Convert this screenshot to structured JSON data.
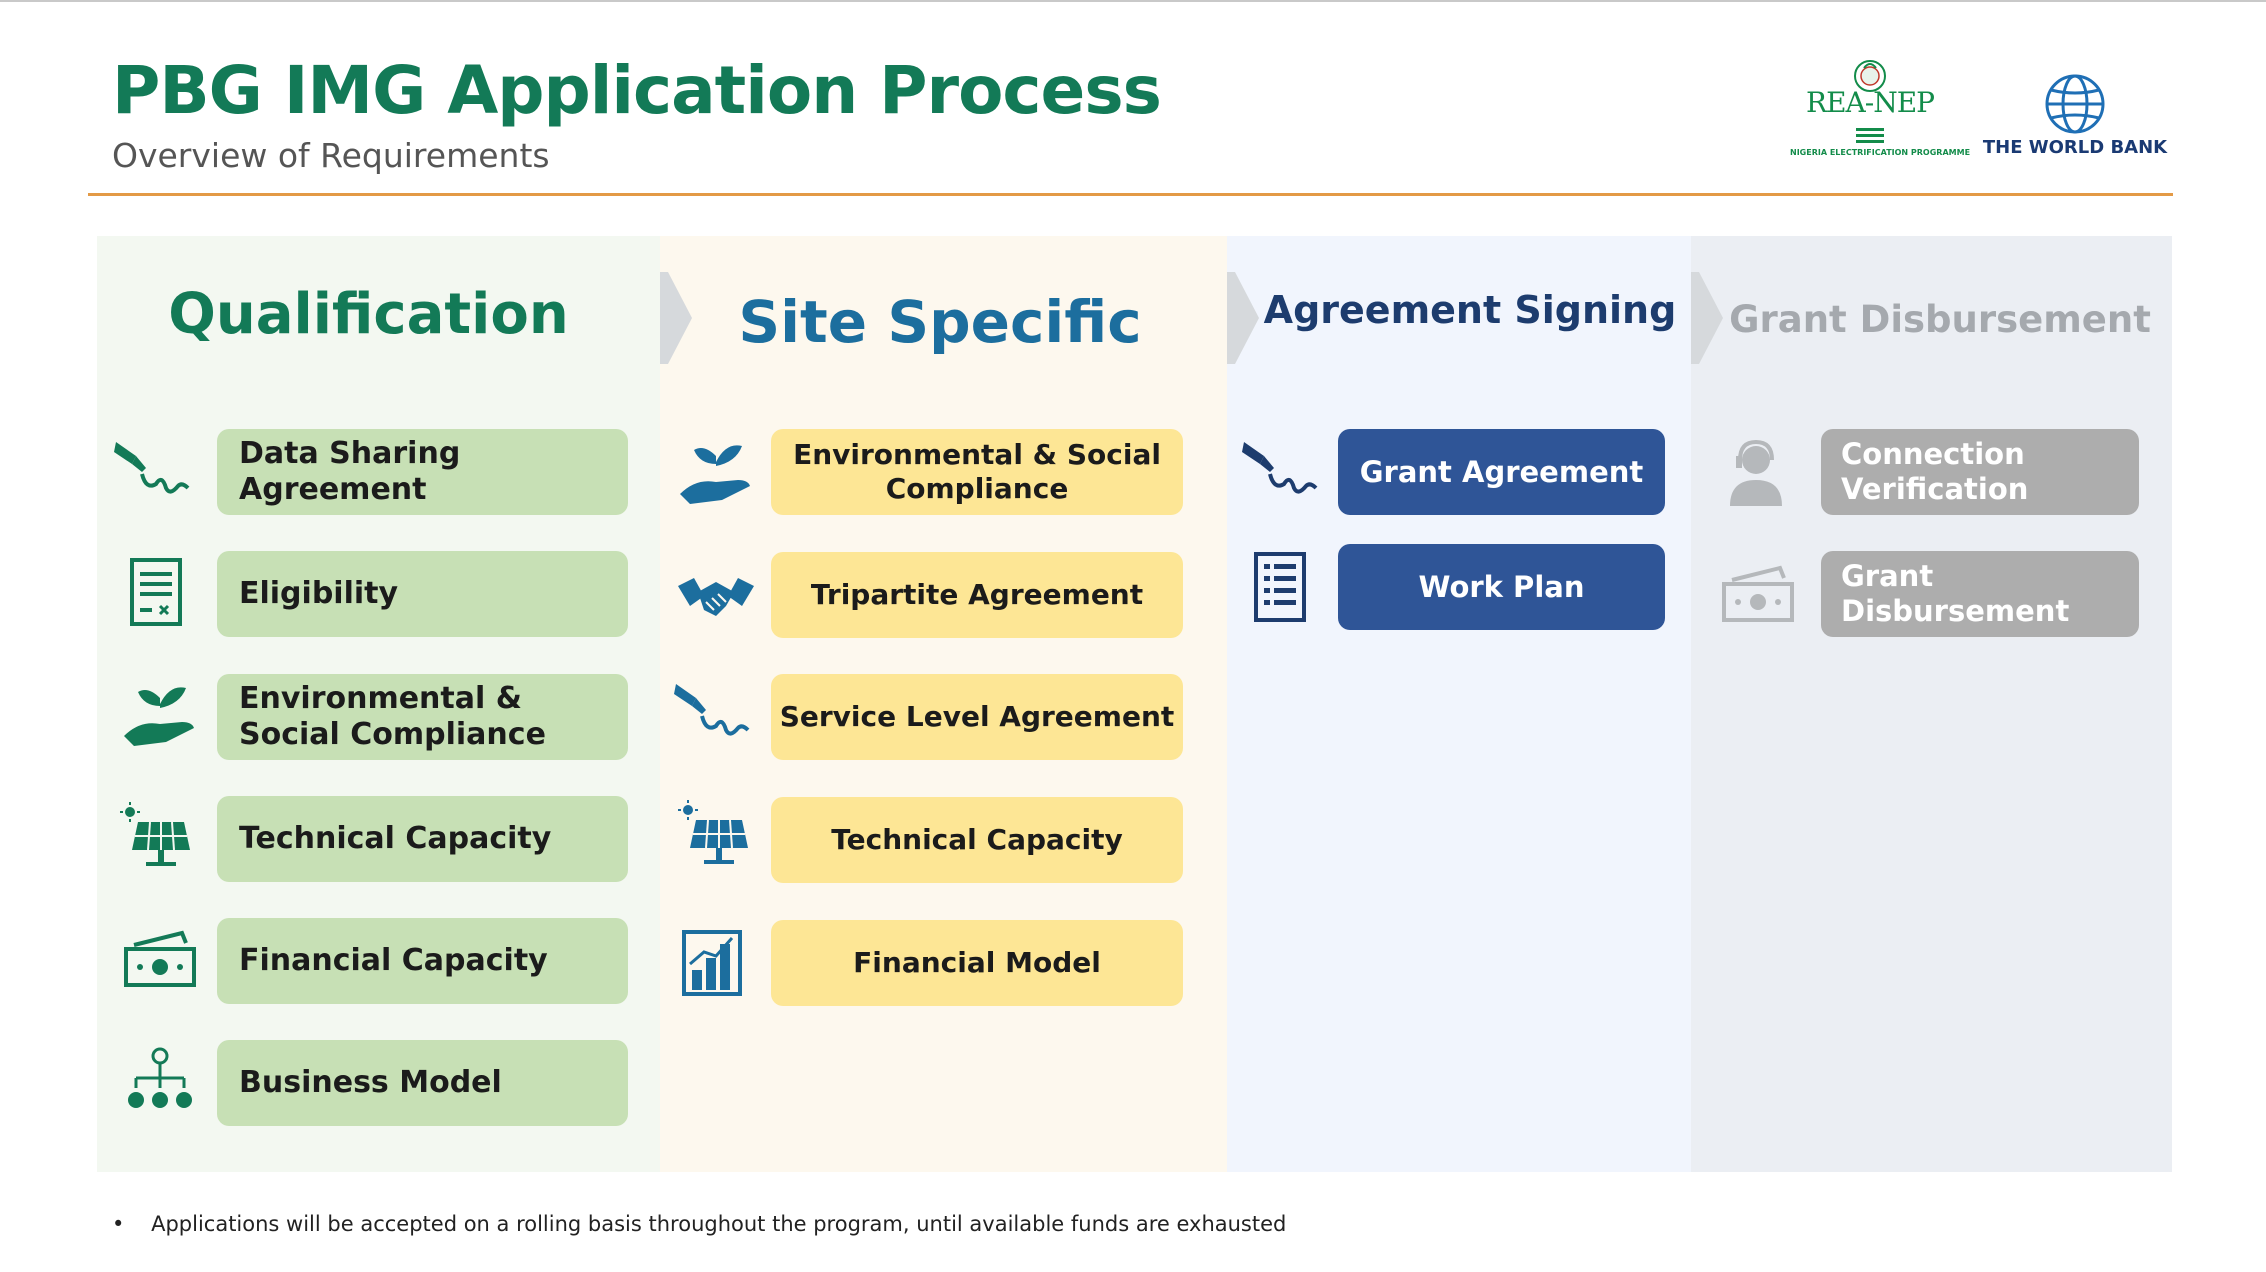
{
  "header": {
    "title": "PBG IMG Application Process",
    "subtitle": "Overview of Requirements"
  },
  "logos": {
    "rea_name": "REA-NEP",
    "rea_caption": "NIGERIA ELECTRIFICATION PROGRAMME",
    "worldbank_caption": "THE WORLD BANK"
  },
  "colors": {
    "qualification": "#c7e0b5",
    "site_specific": "#fde695",
    "agreement_signing": "#2f5597",
    "grant_disbursement": "#adadad",
    "title_green": "#137a57",
    "rule_orange": "#e39a46"
  },
  "stages": {
    "qualification": {
      "title": "Qualification",
      "items": [
        {
          "label": "Data Sharing Agreement",
          "icon": "signature-icon"
        },
        {
          "label": "Eligibility",
          "icon": "document-icon"
        },
        {
          "label": "Environmental & Social Compliance",
          "icon": "plant-hand-icon"
        },
        {
          "label": "Technical Capacity",
          "icon": "solar-panel-icon"
        },
        {
          "label": "Financial Capacity",
          "icon": "cash-icon"
        },
        {
          "label": "Business Model",
          "icon": "org-chart-icon"
        }
      ]
    },
    "site_specific": {
      "title": "Site Specific",
      "items": [
        {
          "label": "Environmental & Social Compliance",
          "icon": "plant-hand-icon"
        },
        {
          "label": "Tripartite Agreement",
          "icon": "handshake-icon"
        },
        {
          "label": "Service Level Agreement",
          "icon": "signature-icon"
        },
        {
          "label": "Technical Capacity",
          "icon": "solar-panel-icon"
        },
        {
          "label": "Financial Model",
          "icon": "bar-chart-icon"
        }
      ]
    },
    "agreement_signing": {
      "title": "Agreement Signing",
      "items": [
        {
          "label": "Grant Agreement",
          "icon": "signature-icon"
        },
        {
          "label": "Work Plan",
          "icon": "checklist-icon"
        }
      ]
    },
    "grant_disbursement": {
      "title": "Grant Disbursement",
      "items": [
        {
          "label": "Connection Verification",
          "icon": "support-agent-icon"
        },
        {
          "label": "Grant Disbursement",
          "icon": "cash-icon"
        }
      ]
    }
  },
  "footnote": "Applications will be accepted on a rolling basis throughout the program, until available funds are exhausted"
}
